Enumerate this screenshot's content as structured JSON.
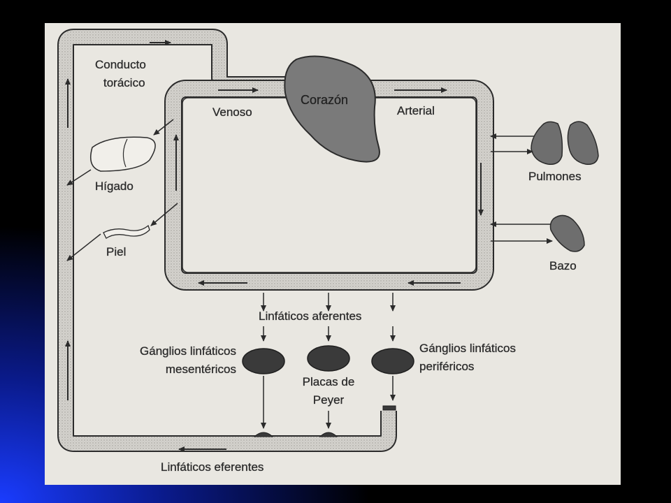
{
  "diagram": {
    "labels": {
      "thoracic_duct_line1": "Conducto",
      "thoracic_duct_line2": "torácico",
      "venous": "Venoso",
      "heart": "Corazón",
      "arterial": "Arterial",
      "lungs": "Pulmones",
      "liver": "Hígado",
      "skin": "Piel",
      "spleen": "Bazo",
      "afferent_lymphatics": "Linfáticos aferentes",
      "mesenteric_nodes_line1": "Gánglios linfáticos",
      "mesenteric_nodes_line2": "mesentéricos",
      "peyer_patches_line1": "Placas de",
      "peyer_patches_line2": "Peyer",
      "peripheral_nodes_line1": "Gánglios linfáticos",
      "peripheral_nodes_line2": "periféricos",
      "efferent_lymphatics": "Linfáticos eferentes"
    },
    "colors": {
      "background": "#000000",
      "slide_glow": "#1030c0",
      "paper": "#e9e7e1",
      "vessel_fill": "#cfcdc8",
      "ink": "#2b2b2b",
      "organ_fill": "#6e6e6e"
    }
  }
}
